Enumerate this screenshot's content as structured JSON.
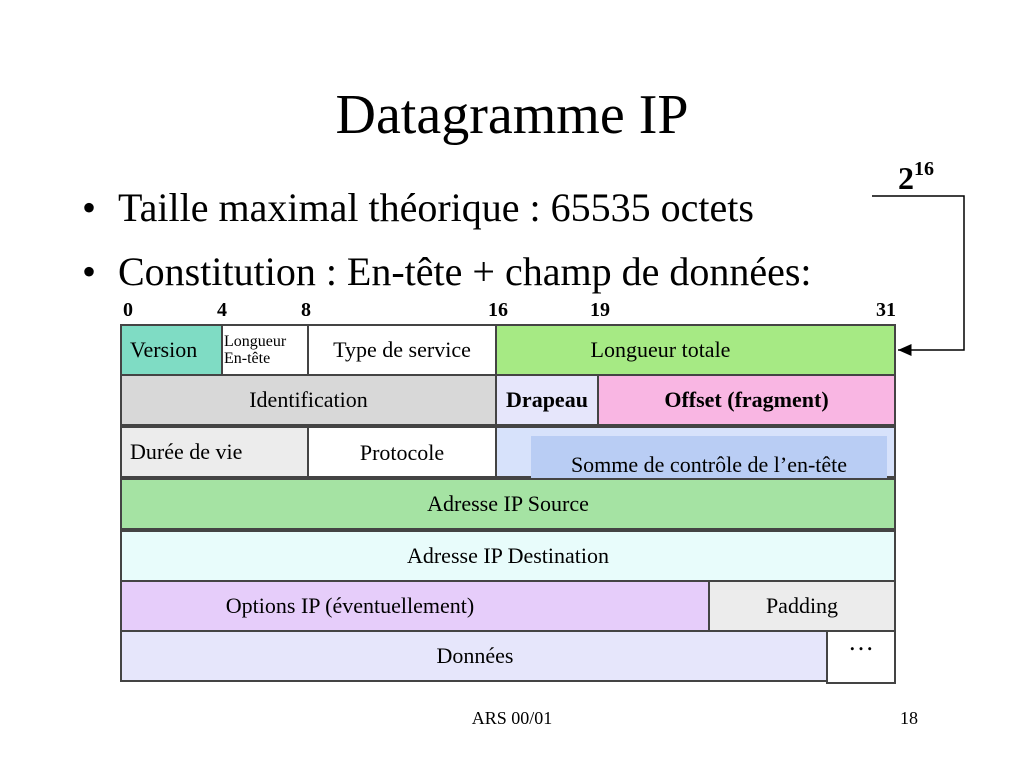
{
  "title": "Datagramme IP",
  "bullets": [
    "Taille maximal théorique : 65535 octets",
    "Constitution : En-tête + champ de données:"
  ],
  "bullet_symbol": "•",
  "annotation": {
    "base": "2",
    "exponent": "16"
  },
  "bit_labels": [
    "0",
    "4",
    "8",
    "16",
    "19",
    "31"
  ],
  "fields": {
    "version": "Version",
    "header_length_1": "Longueur",
    "header_length_2": "En-tête",
    "type_of_service": "Type de service",
    "total_length": "Longueur totale",
    "identification": "Identification",
    "flags": "Drapeau",
    "fragment_offset": "Offset (fragment)",
    "ttl": "Durée de vie",
    "protocol": "Protocole",
    "checksum": "Somme de contrôle de l’en-tête",
    "source_ip": "Adresse  IP Source",
    "destination_ip": "Adresse  IP Destination",
    "options": "Options IP (éventuellement)",
    "padding": "Padding",
    "data": "Données",
    "ellipsis": "…"
  },
  "colors": {
    "version": "#7fdcc4",
    "total_length": "#a6ea84",
    "identification": "#d8d8d8",
    "flags": "#e6e6fb",
    "offset": "#f9b6e3",
    "ttl": "#ececec",
    "checksum_outer": "#d7e2fb",
    "checksum_inner": "#b9cdf4",
    "source": "#a5e3a3",
    "destination": "#e8fcfb",
    "options": "#e6cdfa",
    "padding": "#ececec",
    "data": "#e6e6fb"
  },
  "footer": {
    "center": "ARS 00/01",
    "page": "18"
  }
}
